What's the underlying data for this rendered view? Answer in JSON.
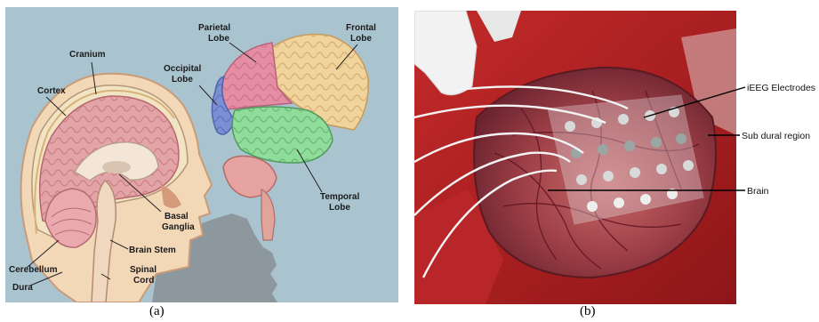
{
  "panel_a": {
    "labels": {
      "cranium": "Cranium",
      "cortex": "Cortex",
      "parietal": [
        "Parietal",
        "Lobe"
      ],
      "frontal": [
        "Frontal",
        "Lobe"
      ],
      "occipital": [
        "Occipital",
        "Lobe"
      ],
      "temporal": [
        "Temporal",
        "Lobe"
      ],
      "basal": [
        "Basal",
        "Ganglia"
      ],
      "brainstem": "Brain Stem",
      "cerebellum": "Cerebellum",
      "spinal": [
        "Spinal",
        "Cord"
      ],
      "dura": "Dura"
    },
    "colors": {
      "background": "#a9c4cf",
      "brain": "#e3a4a8",
      "parietal": "#e58ea3",
      "frontal": "#f1d39c",
      "occipital": "#7d8fd4",
      "temporal": "#8fdc9b",
      "head_shadow": "#8d989e"
    }
  },
  "panel_b": {
    "labels": {
      "ieeg": "iEEG Electrodes",
      "subdural": "Sub dural region",
      "brain": "Brain"
    }
  },
  "captions": {
    "a": "(a)",
    "b": "(b)"
  }
}
